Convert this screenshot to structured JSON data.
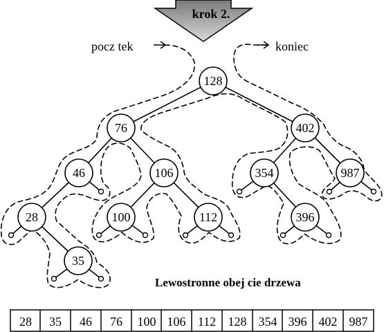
{
  "banner": {
    "label": "krok 2."
  },
  "labels": {
    "start": "pocz tek",
    "end": "koniec",
    "caption": "Lewostronne obej cie drzewa"
  },
  "tree": {
    "nodes": [
      {
        "id": "n128",
        "value": "128"
      },
      {
        "id": "n76",
        "value": "76"
      },
      {
        "id": "n402",
        "value": "402"
      },
      {
        "id": "n46",
        "value": "46"
      },
      {
        "id": "n106",
        "value": "106"
      },
      {
        "id": "n354",
        "value": "354"
      },
      {
        "id": "n987",
        "value": "987"
      },
      {
        "id": "n28",
        "value": "28"
      },
      {
        "id": "n100",
        "value": "100"
      },
      {
        "id": "n112",
        "value": "112"
      },
      {
        "id": "n396",
        "value": "396"
      },
      {
        "id": "n35",
        "value": "35"
      }
    ]
  },
  "result_array": [
    "28",
    "35",
    "46",
    "76",
    "100",
    "106",
    "112",
    "128",
    "354",
    "396",
    "402",
    "987"
  ]
}
